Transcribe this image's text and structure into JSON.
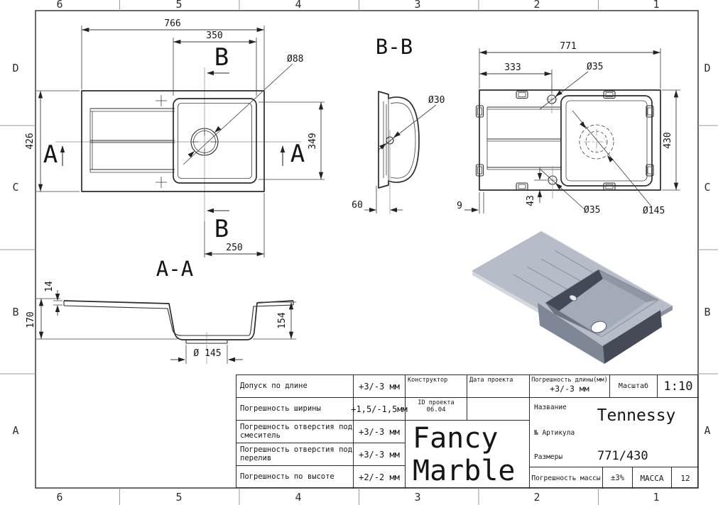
{
  "frame": {
    "cols": [
      "6",
      "5",
      "4",
      "3",
      "2",
      "1"
    ],
    "rows": [
      "D",
      "C",
      "B",
      "A"
    ]
  },
  "views": {
    "top_view": {
      "dim_width": "766",
      "dim_bowl_width": "350",
      "dim_height": "426",
      "dim_bowl_height": "349",
      "dim_bowl_offset": "250",
      "label_faucet_hole": "Ø88",
      "section_a": "A",
      "section_b": "B"
    },
    "section_bb": {
      "title": "B-B",
      "label_overflow_hole": "Ø30",
      "dim_offset": "60"
    },
    "bottom_view": {
      "dim_width": "771",
      "dim_hole_x": "333",
      "dim_height": "430",
      "dim_hole_y": "43",
      "dim_edge": "9",
      "label_hole_top": "Ø35",
      "label_hole_bottom": "Ø35",
      "label_drain": "Ø145"
    },
    "section_aa": {
      "title": "A-A",
      "dim_rim_thickness": "14",
      "dim_total_height": "170",
      "dim_bowl_depth": "154",
      "label_drain": "Ø 145"
    }
  },
  "title_block": {
    "tolerances": [
      {
        "label": "Допуск по длине",
        "value": "+3/-3 мм"
      },
      {
        "label": "Погрешность ширины",
        "value": "+1,5/-1,5мм"
      },
      {
        "label": "Погрешность отверстия под смеситель",
        "value": "+3/-3 мм"
      },
      {
        "label": "Погрешность отверстия под перелив",
        "value": "+3/-3 мм"
      },
      {
        "label": "Погрешность по высоте",
        "value": "+2/-2 мм"
      }
    ],
    "project": {
      "designer_label": "Конструктор",
      "date_label": "Дата проекта",
      "id_label": "ID проекта",
      "id_value": "06.04"
    },
    "brand": {
      "line1": "Fancy",
      "line2": "Marble"
    },
    "info": {
      "length_tol_label": "Погрешность длины(мм)",
      "length_tol_value": "+3/-3 мм",
      "scale_label": "Масштаб",
      "scale_value": "1:10",
      "name_label": "Название",
      "name_value": "Tennessy",
      "article_label": "№ Артикула",
      "size_label": "Размеры",
      "size_value": "771/430",
      "mass_tol_label": "Погрешность массы",
      "mass_tol_value": "±3%",
      "mass_label": "МАССА",
      "mass_value": "12"
    }
  }
}
